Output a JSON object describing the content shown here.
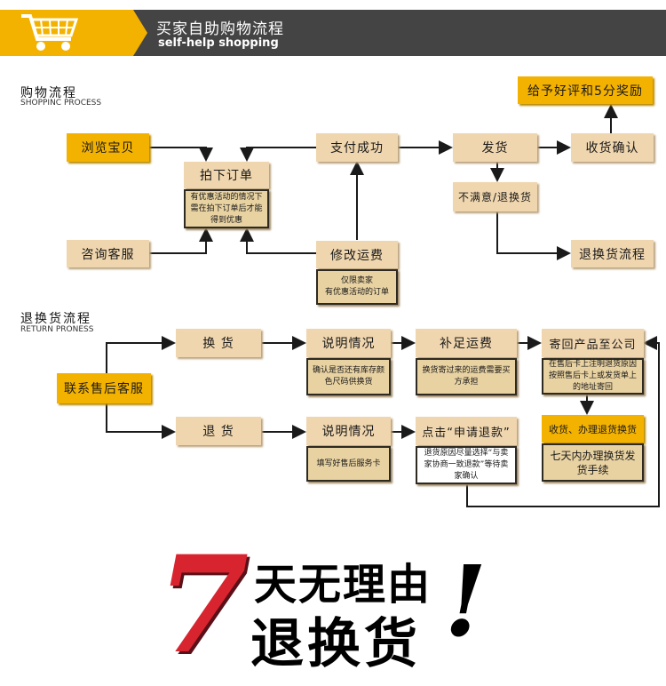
{
  "header": {
    "title_cn": "买家自助购物流程",
    "title_en": "self-help shopping"
  },
  "shopping": {
    "title_cn": "购物流程",
    "title_en": "SHOPPINC PROCESS",
    "browse": "浏览宝贝",
    "order": "拍下订单",
    "order_note": "有优惠活动的情况下需在拍下订单后才能得到优惠",
    "consult": "咨询客服",
    "pay": "支付成功",
    "modify": "修改运费",
    "modify_note1": "仅限卖家",
    "modify_note2": "有优惠活动的订单",
    "ship": "发货",
    "receive": "收货确认",
    "review": "给予好评和5分奖励",
    "unsatisfied": "不满意/退换货",
    "return_flow": "退换货流程"
  },
  "returns": {
    "title_cn": "退换货流程",
    "title_en": "RETURN PRONESS",
    "contact": "联系售后客服",
    "exchange": "换 货",
    "refund": "退 货",
    "explain1": "说明情况",
    "explain1_note": "确认是否还有库存颜色尺码供换货",
    "explain2": "说明情况",
    "explain2_note": "填写好售后服务卡",
    "extra_fee": "补足运费",
    "extra_fee_note": "换货寄过来的运费需要买方承担",
    "apply": "点击“申请退款”",
    "apply_note": "退货原因尽量选择“与卖家协商一致退款”等待卖家确认",
    "send_back": "寄回产品至公司",
    "send_back_note": "在售后卡上注明退货原因按照售后卡上或发货单上的地址寄回",
    "receipt": "收货、办理退货换货",
    "seven_day": "七天内办理换货发货手续"
  },
  "slogan": {
    "number": "7",
    "line1": "天无理由",
    "line2": "退换货",
    "exclaim": "!"
  },
  "colors": {
    "gold": "#f4b200",
    "tan": "#f0d6ae",
    "dark": "#444444",
    "red": "#d8242e"
  }
}
